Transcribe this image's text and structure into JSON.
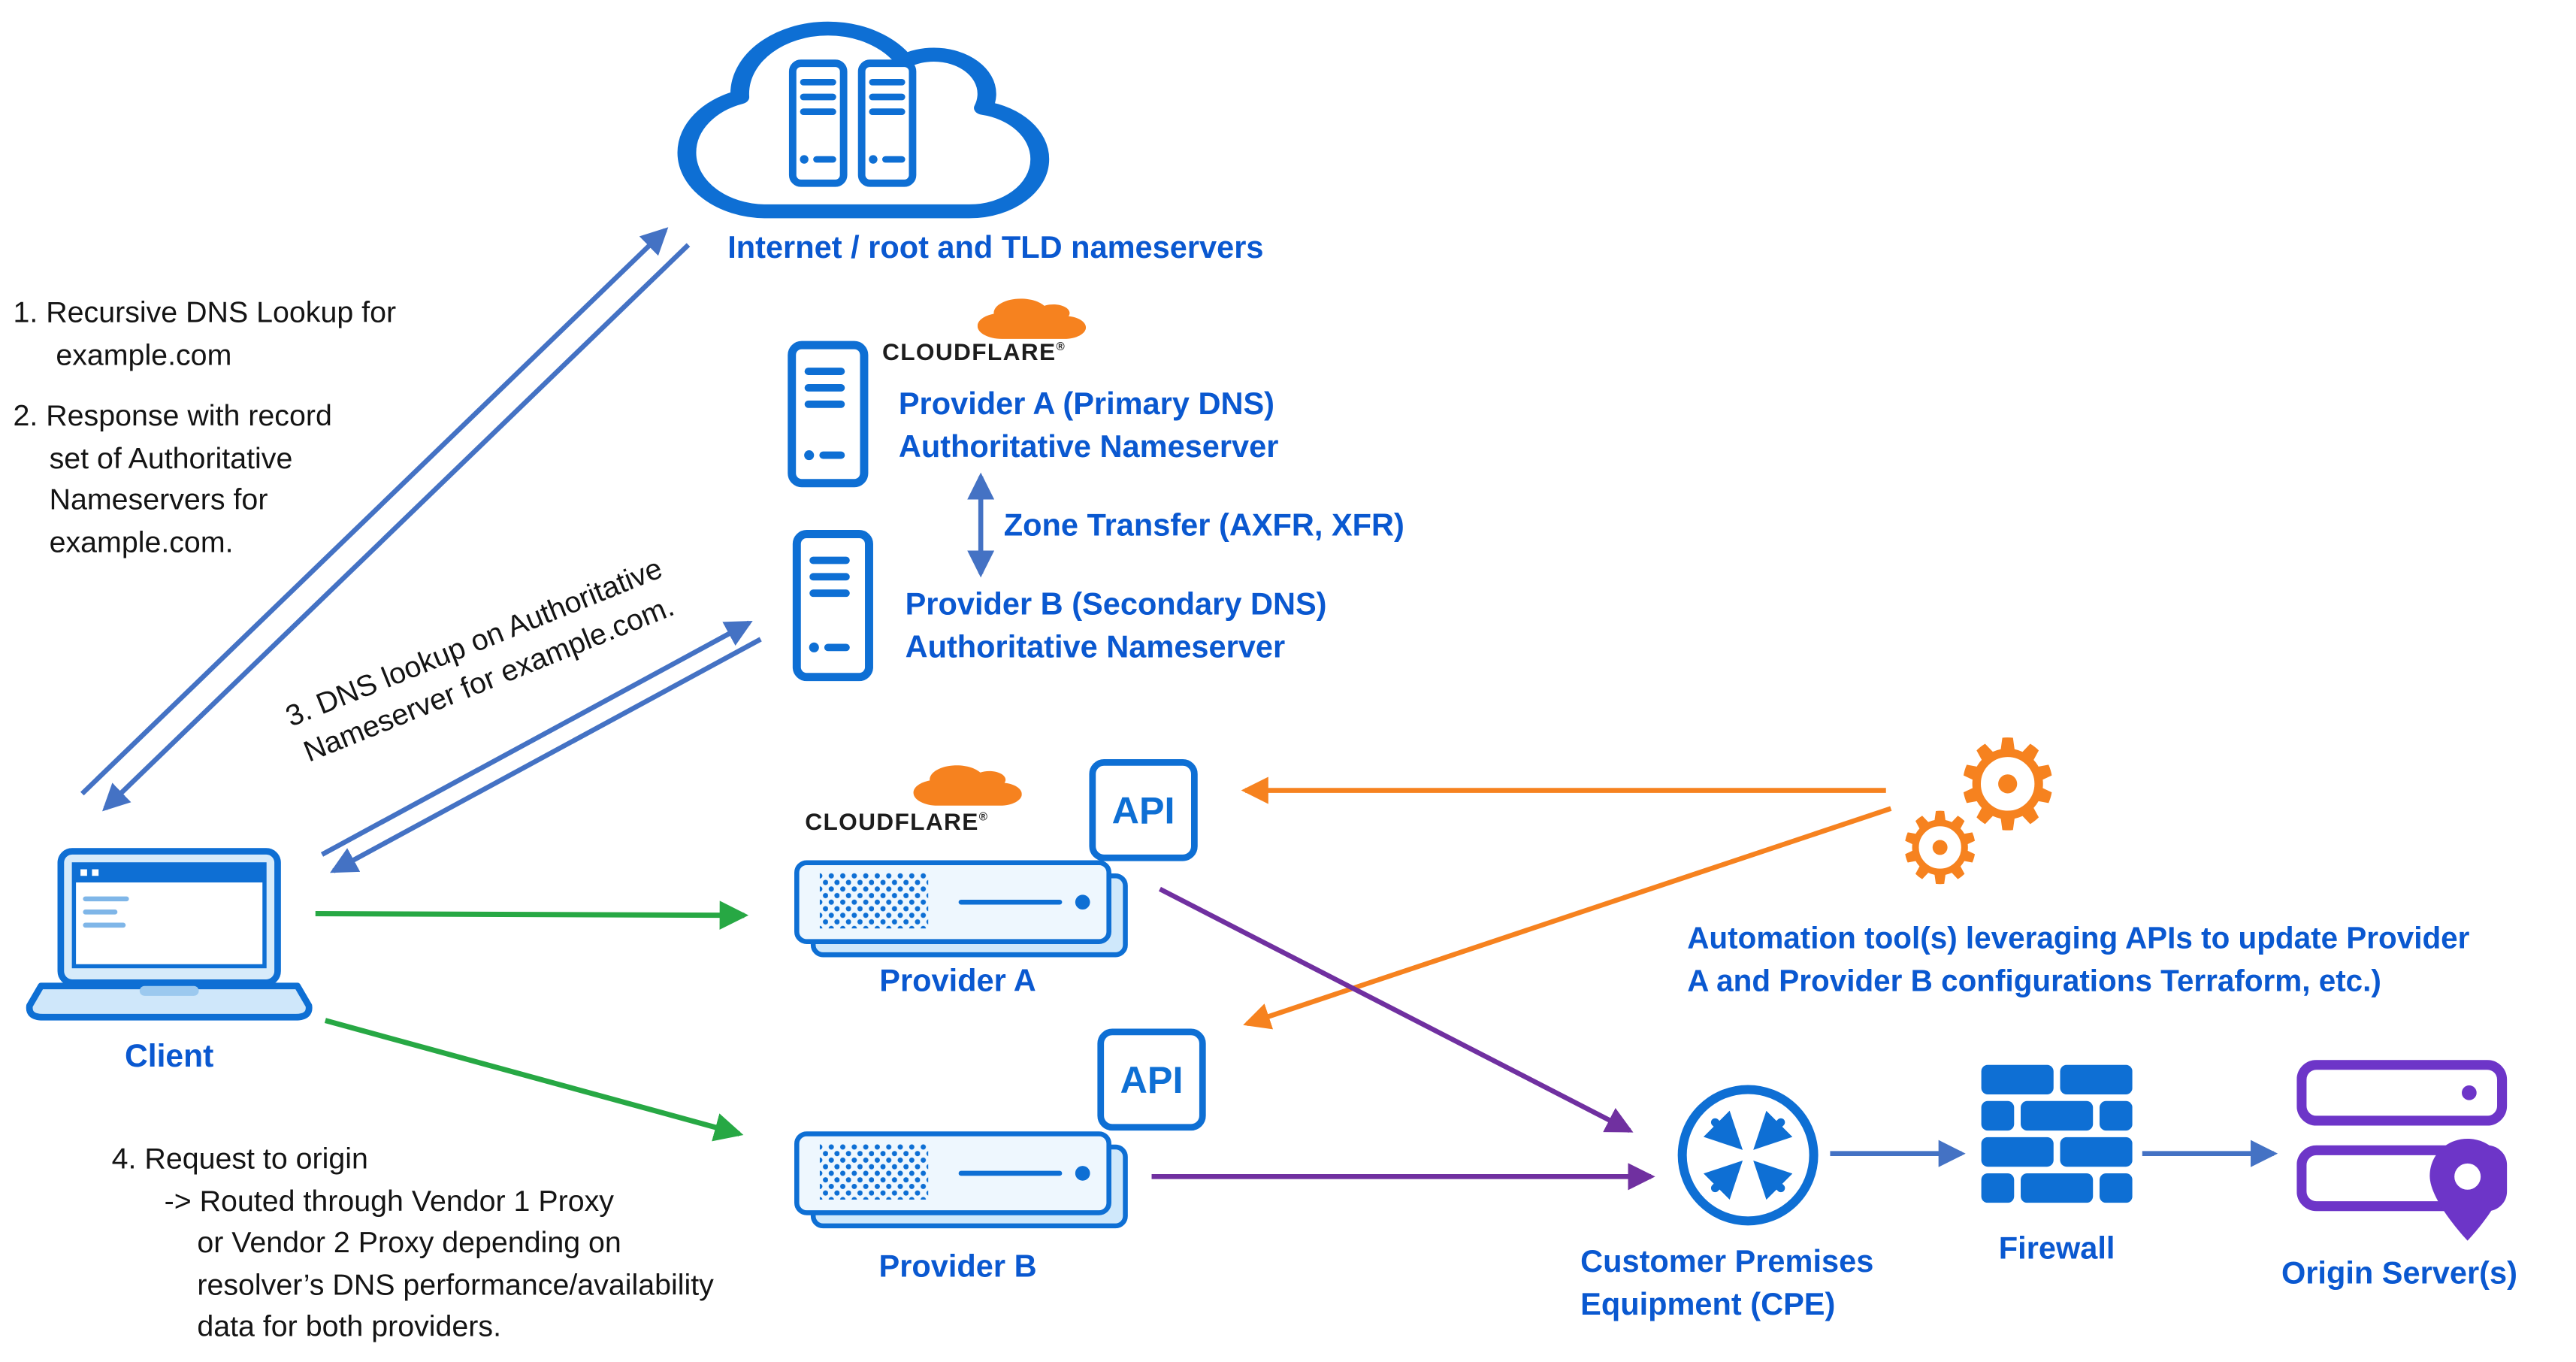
{
  "colors": {
    "text-blue": "#0a58d0",
    "icon-blue": "#0e6fd4",
    "arrow-blue": "#4472c4",
    "green": "#27a844",
    "orange": "#f6821f",
    "purple": "#7030a0",
    "origin-purple": "#6d35c8",
    "ink": "#141414"
  },
  "internet": {
    "label": "Internet / root and TLD nameservers"
  },
  "cloudflare": {
    "brand": "CLOUDFLARE",
    "mark": "®"
  },
  "nameserver_a": {
    "line1": "Provider A  (Primary DNS)",
    "line2": "Authoritative Nameserver"
  },
  "zone_transfer": {
    "label": "Zone Transfer (AXFR, XFR)"
  },
  "nameserver_b": {
    "line1": "Provider B  (Secondary DNS)",
    "line2": "Authoritative Nameserver"
  },
  "client": {
    "label": "Client"
  },
  "proxy_a": {
    "label": "Provider A",
    "api": "API"
  },
  "proxy_b": {
    "label": "Provider B",
    "api": "API"
  },
  "automation": {
    "line1": "Automation tool(s)  leveraging APIs to update Provider",
    "line2": "A and Provider B configurations Terraform, etc.)"
  },
  "cpe": {
    "line1": "Customer Premises",
    "line2": "Equipment (CPE)"
  },
  "firewall": {
    "label": "Firewall"
  },
  "origin": {
    "label": "Origin Server(s)"
  },
  "annotations": {
    "step1": [
      "1. Recursive DNS Lookup for",
      "example.com"
    ],
    "step2": [
      "2. Response with record",
      "set of Authoritative",
      "Nameservers for",
      "example.com."
    ],
    "step3": [
      "3. DNS lookup on Authoritative",
      "Nameserver for example.com."
    ],
    "step4": [
      "4. Request to origin",
      "-> Routed through Vendor 1 Proxy",
      "or Vendor 2 Proxy depending on",
      "resolver’s DNS performance/availability",
      "data for both providers."
    ]
  }
}
